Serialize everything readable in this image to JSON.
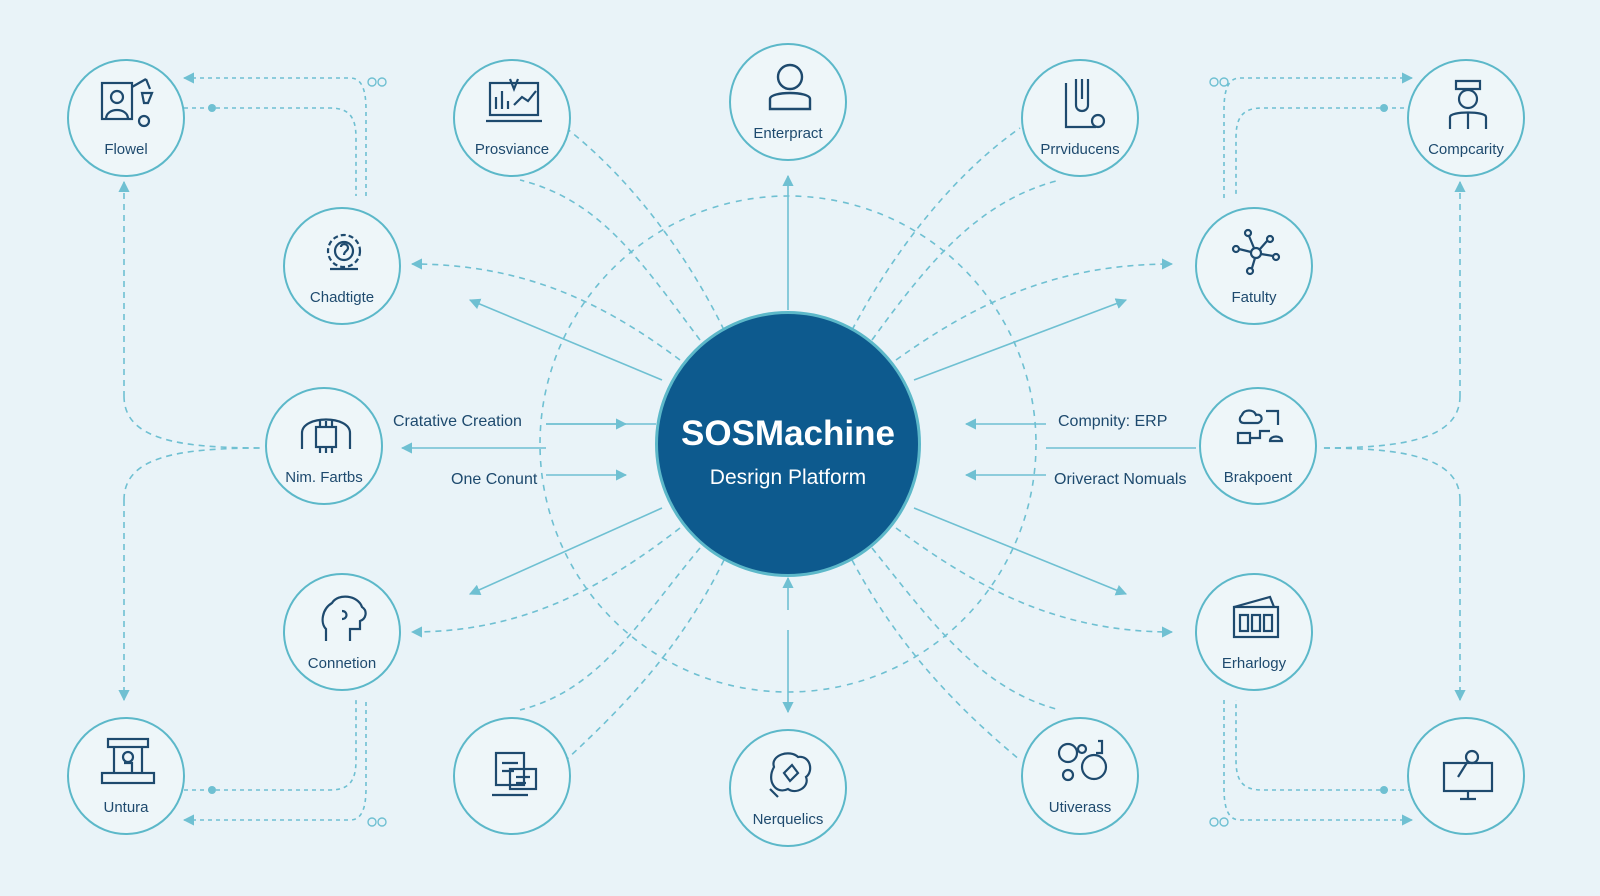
{
  "hub": {
    "title": "SOSMachine",
    "subtitle": "Desrign Platform"
  },
  "nodes": {
    "flowel": "Flowel",
    "prosviance": "Prosviance",
    "enterpract": "Enterpract",
    "prrviducens": "Prrviducens",
    "compcarity": "Compcarity",
    "chadtigte": "Chadtigte",
    "fatulty": "Fatulty",
    "nim_fartbs": "Nim. Fartbs",
    "brakpoent": "Brakpoent",
    "connetion": "Connetion",
    "erharlogy": "Erharlogy",
    "untura": "Untura",
    "nerquelics": "Nerquelics",
    "utiverass": "Utiverass"
  },
  "side_labels": {
    "cratative_creation": "Cratative Creation",
    "one_conunt": "One Conunt",
    "compnity_erp": "Compnity: ERP",
    "oriveract_nomuals": "Oriveract Nomuals"
  },
  "colors": {
    "background": "#e9f3f8",
    "hub_fill": "#0d5a8e",
    "ring": "#5cb8c9",
    "icon_stroke": "#1e4a6e",
    "connector": "#6fc0d2"
  },
  "icons": {
    "flowel": "presenter-icon",
    "prosviance": "laptop-chart-icon",
    "enterpract": "user-icon",
    "prrviducens": "document-pen-icon",
    "compcarity": "worker-icon",
    "chadtigte": "gear-head-icon",
    "fatulty": "network-icon",
    "nim_fartbs": "chip-icon",
    "brakpoent": "cloud-flow-icon",
    "connetion": "head-puzzle-icon",
    "erharlogy": "server-rack-icon",
    "untura": "workbench-icon",
    "nerquelics": "brain-icon",
    "utiverass": "circles-icon",
    "bottom_right": "monitor-pen-icon"
  }
}
